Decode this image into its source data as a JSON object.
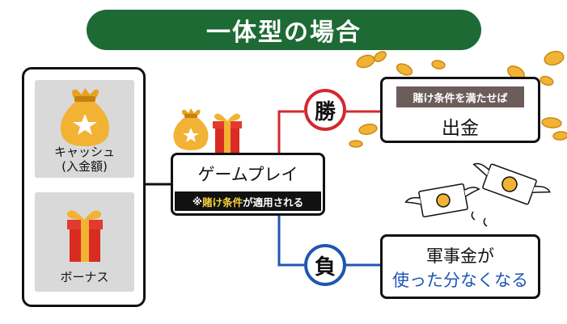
{
  "title": "一体型の場合",
  "left_panel": {
    "cash_label": "キャッシュ\n(入金額)",
    "bonus_label": "ボーナス"
  },
  "gameplay": {
    "label": "ゲームプレイ",
    "note_prefix": "※",
    "note_highlight": "賭け条件",
    "note_suffix": "が適用される"
  },
  "outcomes": {
    "win": {
      "badge": "勝",
      "condition": "賭け条件を満たせば",
      "result": "出金"
    },
    "lose": {
      "badge": "負",
      "line1": "軍事金が",
      "line2": "使った分なくなる"
    }
  },
  "colors": {
    "title_bg": "#1e6a35",
    "win_accent": "#d3282f",
    "lose_accent": "#1f56b4",
    "tag_bg": "#6c5d5b",
    "highlight": "#f5d23a",
    "tile_bg": "#d9d9d9"
  },
  "icons": {
    "cash": "money-bag-icon",
    "bonus": "gift-box-icon",
    "coins": "gold-coins-icon",
    "banknotes": "flying-banknotes-icon"
  }
}
